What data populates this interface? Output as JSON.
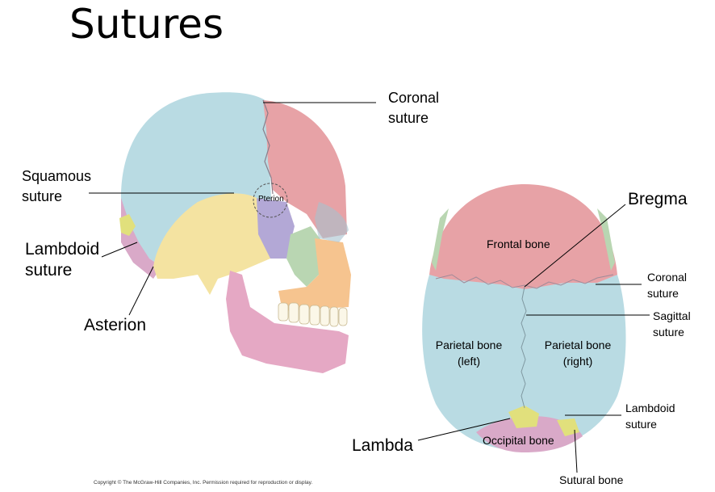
{
  "title": "Sutures",
  "lateral_view": {
    "coronal_suture_l1": "Coronal",
    "coronal_suture_l2": "suture",
    "squamous_suture_l1": "Squamous",
    "squamous_suture_l2": "suture",
    "pterion": "Pterion",
    "lambdoid_suture_l1": "Lambdoid",
    "lambdoid_suture_l2": "suture",
    "asterion": "Asterion"
  },
  "superior_view": {
    "bregma": "Bregma",
    "frontal_bone": "Frontal bone",
    "coronal_suture_l1": "Coronal",
    "coronal_suture_l2": "suture",
    "sagittal_suture_l1": "Sagittal",
    "sagittal_suture_l2": "suture",
    "parietal_left_l1": "Parietal bone",
    "parietal_left_l2": "(left)",
    "parietal_right_l1": "Parietal bone",
    "parietal_right_l2": "(right)",
    "lambdoid_suture_l1": "Lambdoid",
    "lambdoid_suture_l2": "suture",
    "lambda": "Lambda",
    "occipital_bone": "Occipital bone",
    "sutural_bone": "Sutural bone"
  },
  "copyright": "Copyright © The McGraw-Hill Companies, Inc. Permission required for reproduction or display.",
  "colors": {
    "frontal": "#e7a2a6",
    "parietal": "#b9dbe3",
    "temporal": "#f4e3a1",
    "occipital": "#d9a9c8",
    "sphenoid": "#b3a8d6",
    "zygomatic": "#b9d6b2",
    "maxilla": "#f6c48f",
    "mandible": "#e5a8c4",
    "sutural": "#e1e07c",
    "teeth": "#fbf7e8"
  }
}
